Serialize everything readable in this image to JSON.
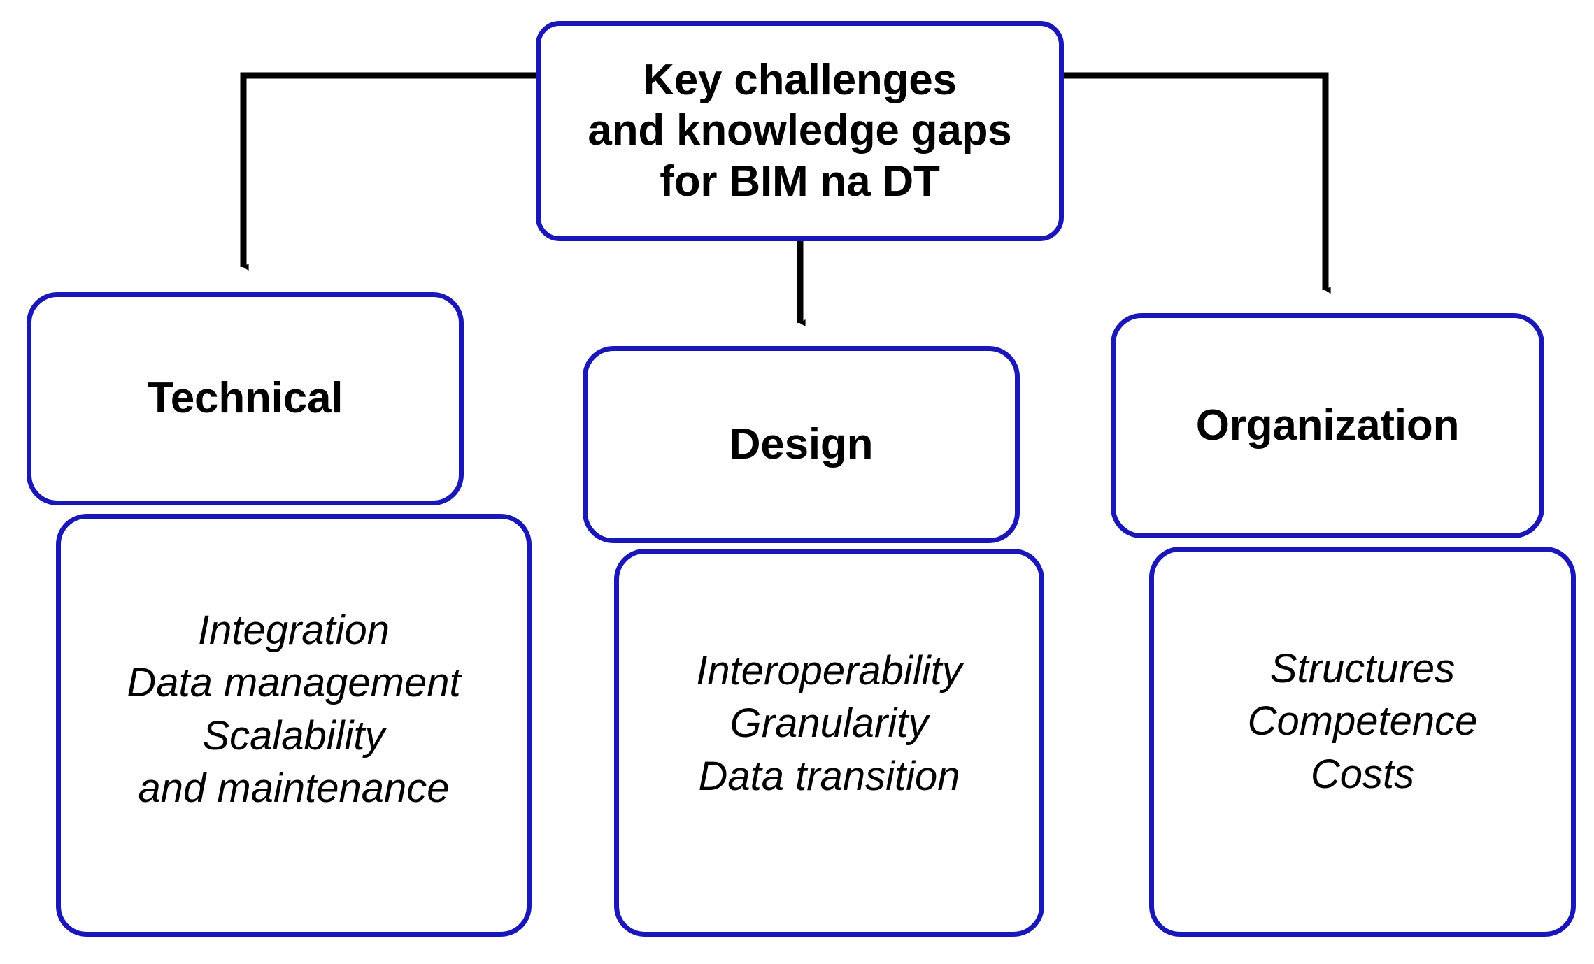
{
  "diagram": {
    "type": "hierarchy-tree",
    "orientation": "top-down",
    "root": {
      "label": "Key challenges\nand knowledge gaps\nfor BIM na DT"
    },
    "branches": [
      {
        "id": "technical",
        "heading": "Technical",
        "items": [
          "Integration",
          "Data management",
          "Scalability",
          "and maintenance"
        ],
        "items_text": "Integration\nData management\nScalability\nand maintenance"
      },
      {
        "id": "design",
        "heading": "Design",
        "items": [
          "Interoperability",
          "Granularity",
          "Data transition"
        ],
        "items_text": "Interoperability\nGranularity\nData transition"
      },
      {
        "id": "organization",
        "heading": "Organization",
        "items": [
          "Structures",
          "Competence",
          "Costs"
        ],
        "items_text": "Structures\nCompetence\nCosts"
      }
    ],
    "connectors": [
      {
        "id": "root-to-technical",
        "kind": "elbow-left-down",
        "arrowhead": "down"
      },
      {
        "id": "root-to-design",
        "kind": "straight-down",
        "arrowhead": "down"
      },
      {
        "id": "root-to-organization",
        "kind": "elbow-right-down",
        "arrowhead": "down"
      }
    ],
    "colors": {
      "box_border": "#1a17b8",
      "box_fill": "#ffffff",
      "connector": "#000000",
      "text": "#000000",
      "background": "#ffffff"
    }
  }
}
